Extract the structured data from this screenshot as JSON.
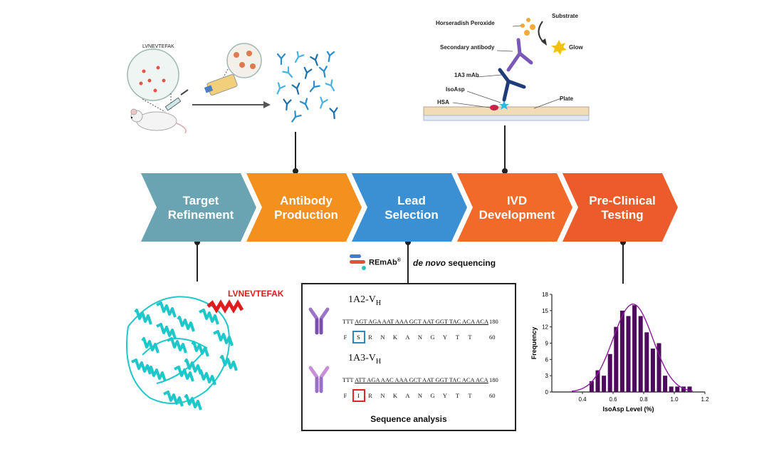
{
  "pipeline": {
    "stages": [
      {
        "label": "Target\nRefinement",
        "color": "#6aa4b3"
      },
      {
        "label": "Antibody\nProduction",
        "color": "#f4901e"
      },
      {
        "label": "Lead\nSelection",
        "color": "#3b8fd3"
      },
      {
        "label": "IVD\nDevelopment",
        "color": "#f26a2a"
      },
      {
        "label": "Pre-Clinical\nTesting",
        "color": "#ec5b2b"
      }
    ]
  },
  "immunization": {
    "peptide_label": "LVNEVTEFAK"
  },
  "protein": {
    "peptide_label": "LVNEVTEFAK",
    "peptide_color": "#e01d1d",
    "protein_color": "#1ec7c9"
  },
  "elisa": {
    "labels": {
      "hrp": "Horseradish Peroxide",
      "substrate": "Substrate",
      "secondary": "Secondary antibody",
      "glow": "Glow",
      "mab": "1A3 mAb",
      "isoasp": "IsoAsp",
      "hsa": "HSA",
      "plate": "Plate"
    }
  },
  "remab": {
    "brand": "REmAb",
    "reg": "®",
    "method_italic": "de novo",
    "method_rest": " sequencing"
  },
  "sequence_analysis": {
    "title": "Sequence analysis",
    "entries": [
      {
        "name": "1A2-V",
        "sub": "H",
        "dna_prefix": "TTT",
        "dna": "AGT AGA AAT AAA GCT AAT GGT TAC ACA ACA",
        "dna_end": "180",
        "aa": [
          "F",
          "S",
          "R",
          "N",
          "K",
          "A",
          "N",
          "G",
          "Y",
          "T",
          "T"
        ],
        "aa_end": "60",
        "highlight_index": 1,
        "highlight_color": "#2a88c4"
      },
      {
        "name": "1A3-V",
        "sub": "H",
        "dna_prefix": "TTT",
        "dna": "ATT AGA AAC AAA GCT AAT GGT TAC ACA ACA",
        "dna_end": "180",
        "aa": [
          "F",
          "I",
          "R",
          "N",
          "K",
          "A",
          "N",
          "G",
          "Y",
          "T",
          "T"
        ],
        "aa_end": "60",
        "highlight_index": 1,
        "highlight_color": "#e0262a"
      }
    ]
  },
  "chart_data": {
    "type": "bar",
    "xlabel": "IsoAsp Level (%)",
    "ylabel": "Frequency",
    "xlim": [
      0.2,
      1.2
    ],
    "ylim": [
      0,
      18
    ],
    "xticks": [
      "0.4",
      "0.6",
      "0.8",
      "1.0",
      "1.2"
    ],
    "yticks": [
      "0",
      "3",
      "6",
      "9",
      "12",
      "15",
      "18"
    ],
    "x": [
      0.42,
      0.46,
      0.5,
      0.54,
      0.58,
      0.62,
      0.66,
      0.7,
      0.74,
      0.78,
      0.82,
      0.86,
      0.9,
      0.94,
      0.98,
      1.02,
      1.06,
      1.1
    ],
    "values": [
      0,
      2,
      4,
      3,
      7,
      12,
      15,
      14,
      16,
      14,
      11,
      8,
      9,
      3,
      1,
      1,
      1,
      1
    ],
    "fit_curve": "normal",
    "bar_color": "#4e0a5c",
    "curve_color": "#8a1b9e"
  }
}
